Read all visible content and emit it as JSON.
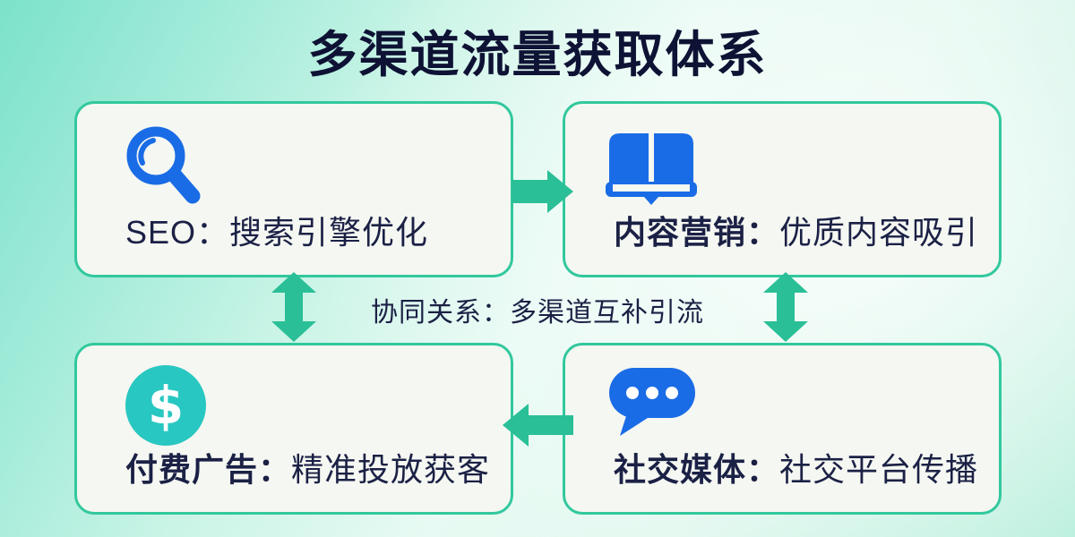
{
  "title": "多渠道流量获取体系",
  "center_note": "协同关系：多渠道互补引流",
  "cards": [
    {
      "label": "SEO：",
      "desc": "搜索引擎优化",
      "icon": "search-icon"
    },
    {
      "label": "内容营销：",
      "desc": "优质内容吸引",
      "icon": "book-icon"
    },
    {
      "label": "付费广告：",
      "desc": "精准投放获客",
      "icon": "dollar-icon"
    },
    {
      "label": "社交媒体：",
      "desc": "社交平台传播",
      "icon": "chat-icon"
    }
  ],
  "icons": {
    "dollar_symbol": "$"
  },
  "colors": {
    "title_navy": "#0e1234",
    "text_navy": "#1b2145",
    "card_bg": "#f5f7f2",
    "border_green": "#32c89d",
    "arrow_green": "#2abf97",
    "icon_blue": "#1a6ce6",
    "icon_teal": "#29c7c1",
    "bg_mint_dark": "#7ce2c9",
    "bg_mint_light": "#e7faf3"
  }
}
